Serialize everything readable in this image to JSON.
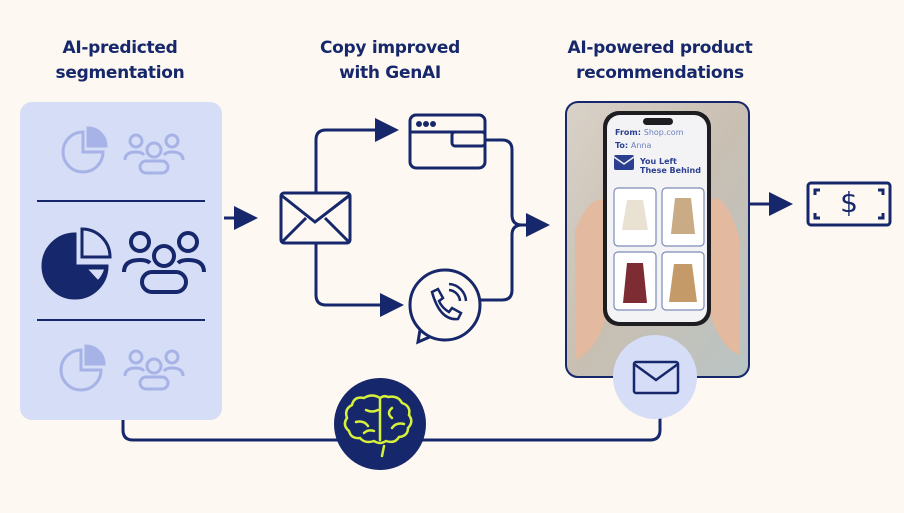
{
  "columns": [
    {
      "title_line1": "AI-predicted",
      "title_line2": "segmentation"
    },
    {
      "title_line1": "Copy improved",
      "title_line2": "with GenAI"
    },
    {
      "title_line1": "AI-powered product",
      "title_line2": "recommendations"
    }
  ],
  "phone": {
    "from_label": "From:",
    "from_value": "Shop.com",
    "to_label": "To:",
    "to_value": "Anna",
    "headline_line1": "You Left",
    "headline_line2": "These Behind"
  },
  "dollar_symbol": "$",
  "colors": {
    "navy": "#16286b",
    "panel": "#d6ddf6",
    "faded_icon": "#a7b3e6",
    "brain": "#d6f03c",
    "background": "#fdf8f1"
  }
}
